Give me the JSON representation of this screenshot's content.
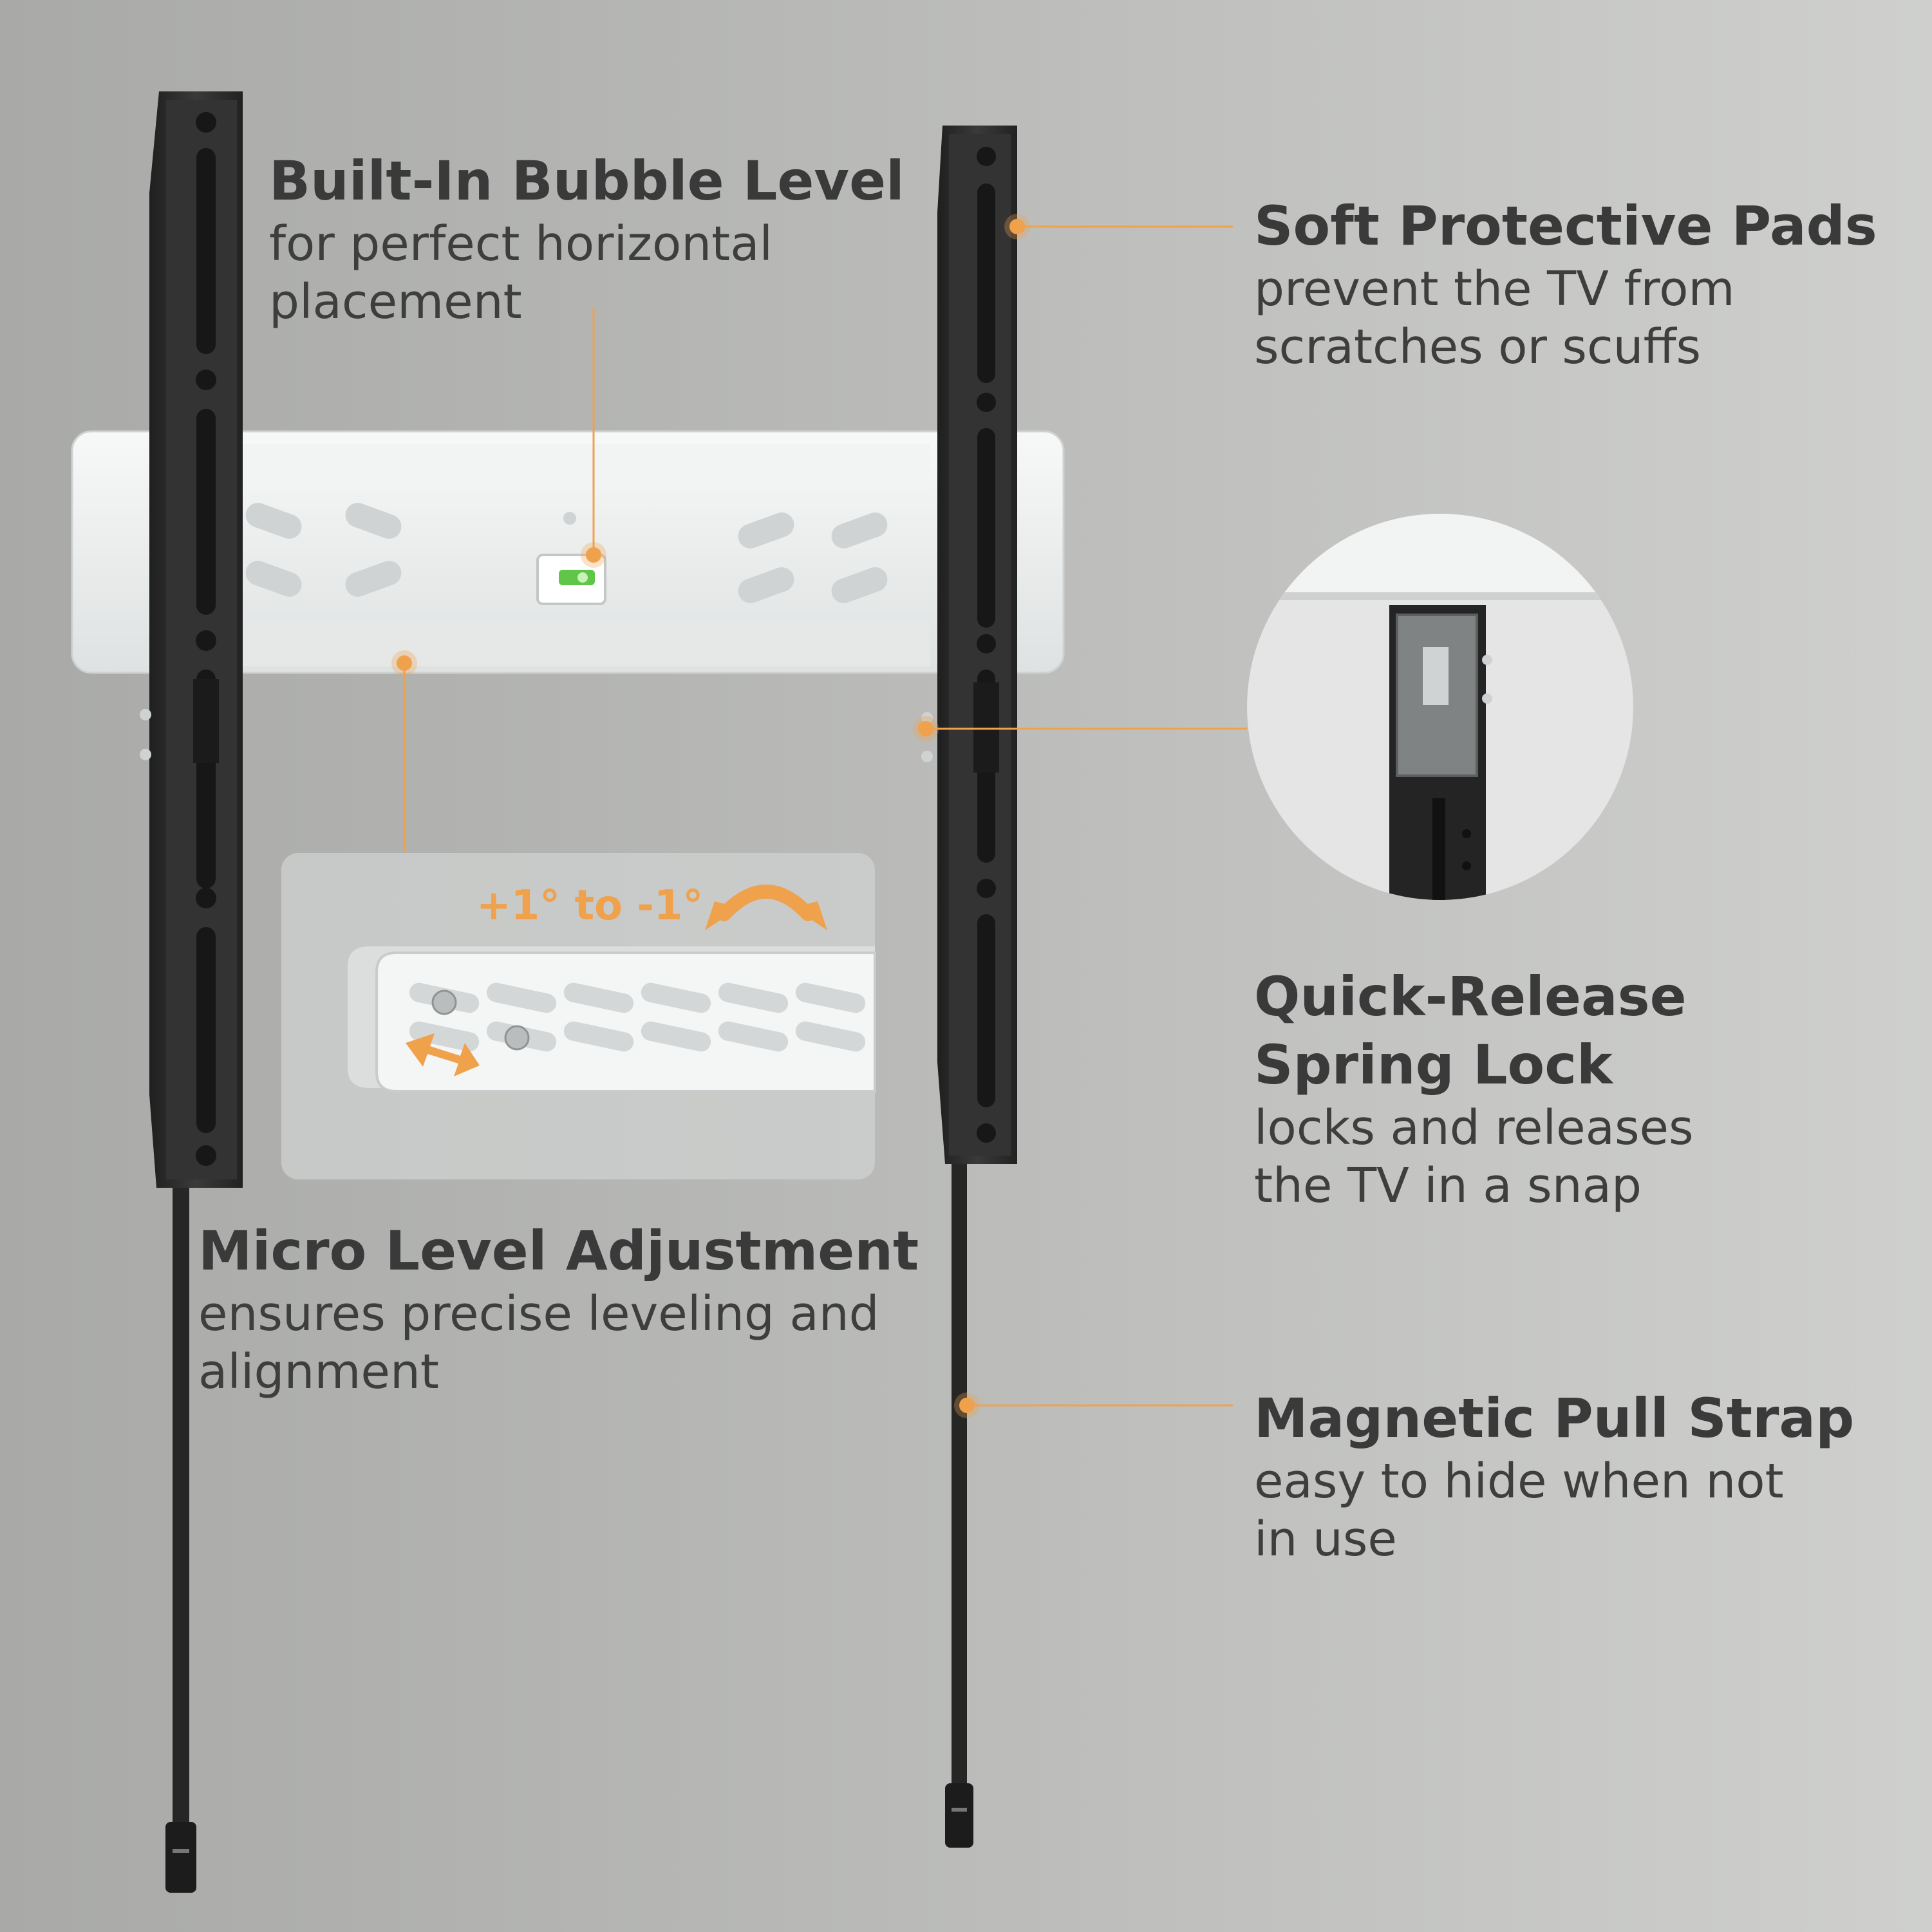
{
  "colors": {
    "accent": "#f0a14c",
    "rail": "#2e2e2e",
    "plate": "#eef0f0",
    "text": "#3a3a3a"
  },
  "features": {
    "bubble_level": {
      "title": "Built-In Bubble Level",
      "desc_lines": [
        "for perfect horizontal",
        "placement"
      ]
    },
    "protective_pads": {
      "title": "Soft Protective Pads",
      "desc_lines": [
        "prevent the TV from",
        "scratches or scuffs"
      ]
    },
    "spring_lock": {
      "title_lines": [
        "Quick-Release",
        "Spring Lock"
      ],
      "desc_lines": [
        "locks and releases",
        "the TV in a snap"
      ]
    },
    "micro_level": {
      "title": "Micro Level Adjustment",
      "desc_lines": [
        "ensures precise leveling and",
        "alignment"
      ]
    },
    "pull_strap": {
      "title": "Magnetic Pull Strap",
      "desc_lines": [
        "easy to hide when not",
        "in use"
      ]
    }
  },
  "inset": {
    "angle_label": "+1° to -1°"
  }
}
